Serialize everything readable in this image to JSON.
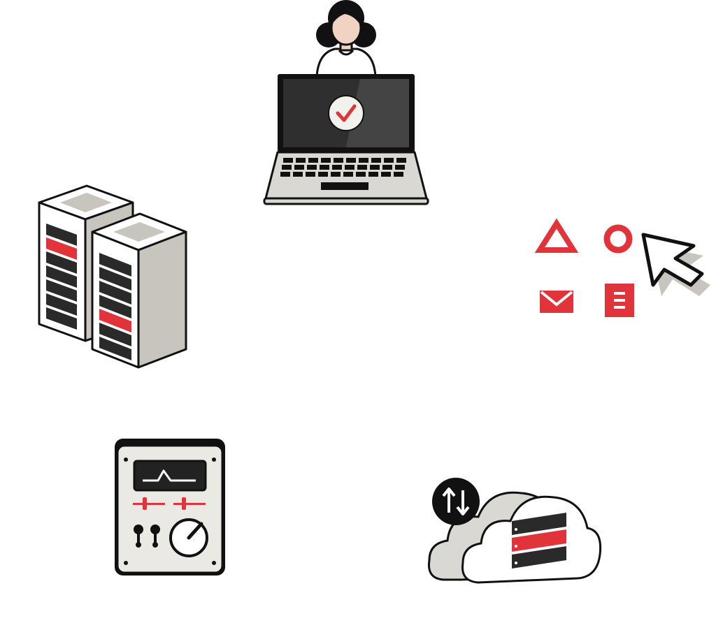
{
  "illustrations": [
    {
      "id": "user-laptop",
      "icon": "person-with-laptop-icon",
      "screen_icon": "checkmark-icon"
    },
    {
      "id": "server-racks",
      "icon": "server-rack-icon",
      "count": 2
    },
    {
      "id": "app-icons",
      "icons": [
        "triangle-icon",
        "circle-icon",
        "mail-icon",
        "document-icon",
        "cursor-pointer-icon"
      ]
    },
    {
      "id": "control-panel",
      "icon": "control-panel-icon"
    },
    {
      "id": "cloud-server",
      "icon": "cloud-server-icon",
      "badge": "transfer-arrows-icon"
    }
  ],
  "colors": {
    "accent": "#e0343a",
    "outline": "#111111",
    "light_gray": "#d9d8d2",
    "mid_gray": "#c7c5bd",
    "panel_face": "#ebe9e3",
    "screen": "#333333",
    "skin": "#f1d3c4"
  }
}
